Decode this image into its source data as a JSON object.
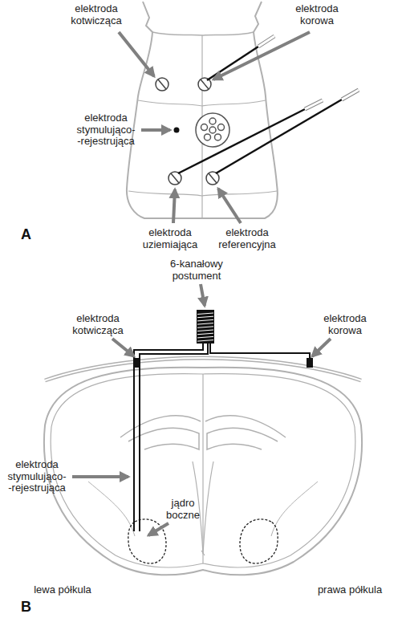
{
  "diagram": {
    "labels": [
      "elektroda kotwicząca",
      "elektroda korowa",
      "elektroda stymulująco- -rejestrująca",
      "elektroda uziemiająca",
      "elektroda referencyjna",
      "A",
      "6-kanałowy postument",
      "elektroda kotwicząca",
      "elektroda korowa",
      "elektroda stymulująco- -rejestrująca",
      "jądro boczne",
      "lewa półkula",
      "prawa półkula",
      "B"
    ]
  }
}
